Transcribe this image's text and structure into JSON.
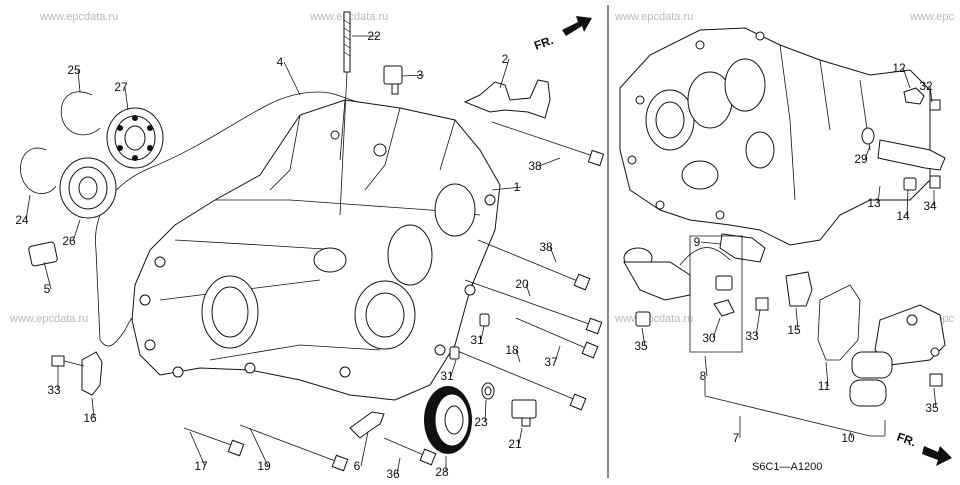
{
  "diagram": {
    "watermark": "www.epcdata.ru",
    "watermark_cut": "www.epc",
    "diagram_code": "S6C1—A1200",
    "direction_label": "FR.",
    "callouts": [
      "1",
      "2",
      "3",
      "4",
      "5",
      "6",
      "7",
      "8",
      "9",
      "10",
      "11",
      "12",
      "13",
      "14",
      "15",
      "16",
      "17",
      "18",
      "19",
      "20",
      "21",
      "22",
      "23",
      "24",
      "25",
      "26",
      "27",
      "28",
      "29",
      "30",
      "31",
      "32",
      "33",
      "34",
      "35",
      "36",
      "37",
      "38"
    ]
  }
}
